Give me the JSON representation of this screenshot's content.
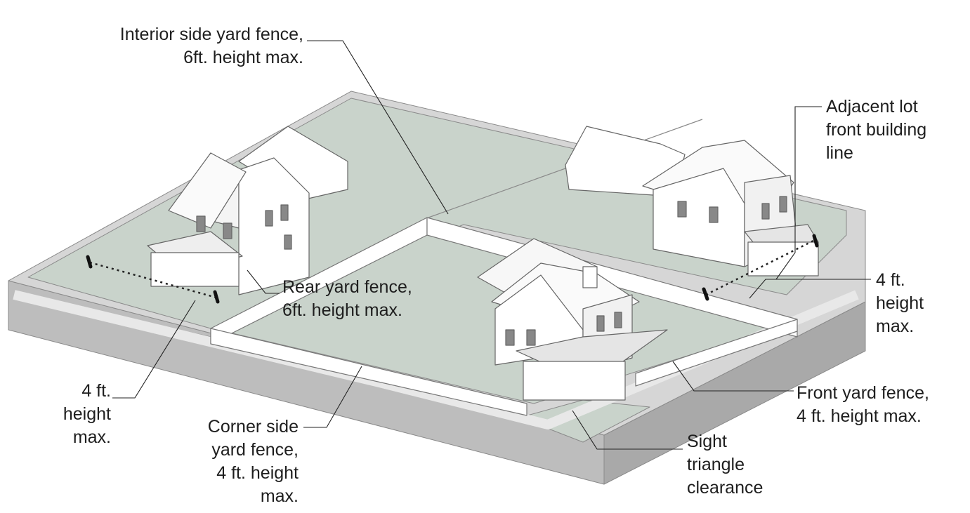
{
  "labels": {
    "interior_side_yard": [
      "Interior side yard fence,",
      "6ft. height max."
    ],
    "adjacent_lot": [
      "Adjacent lot",
      "front building",
      "line"
    ],
    "rear_yard": [
      "Rear yard fence,",
      "6ft. height max."
    ],
    "four_ft_right": [
      "4 ft.",
      "height",
      "max."
    ],
    "four_ft_left": [
      "4 ft.",
      "height",
      "max."
    ],
    "front_yard": [
      "Front yard fence,",
      "4 ft. height max."
    ],
    "corner_side_yard": [
      "Corner side",
      "yard fence,",
      "4 ft. height",
      "max."
    ],
    "sight_triangle": [
      "Sight",
      "triangle",
      "clearance"
    ]
  },
  "colors": {
    "lawn": "#c9d3cb",
    "lot_base": "#d6d6d6",
    "lot_side": "#bdbdbd",
    "sidewalk": "#e2e2e2",
    "fence": "#ffffff",
    "outline": "#555555"
  }
}
